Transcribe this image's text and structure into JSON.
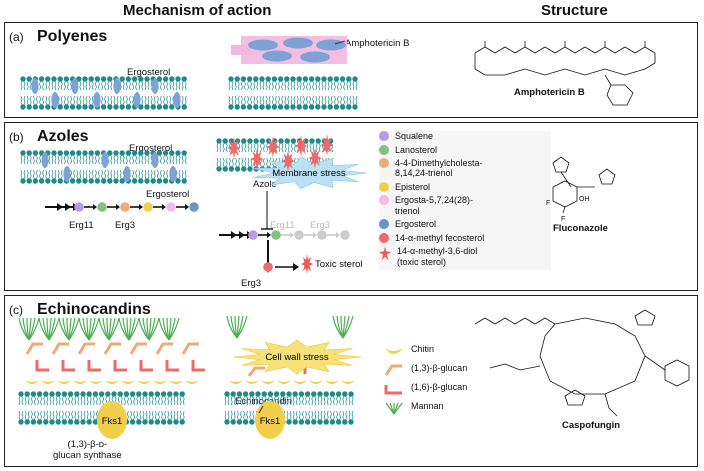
{
  "headers": {
    "mechanism": "Mechanism of action",
    "structure": "Structure"
  },
  "panel_a": {
    "label": "(a)",
    "title": "Polyenes",
    "ergosterol": "Ergosterol",
    "drug": "Amphotericin B",
    "structure_name": "Amphotericin B"
  },
  "panel_b": {
    "label": "(b)",
    "title": "Azoles",
    "ergosterol_top": "Ergosterol",
    "ergosterol_path": "Ergosterol",
    "erg11": "Erg11",
    "erg3": "Erg3",
    "erg11_faded": "Erg11",
    "erg3_faded": "Erg3",
    "erg3_bottom": "Erg3",
    "azole": "Azole",
    "membrane_stress": "Membrane stress",
    "toxic_sterol": "Toxic sterol",
    "structure_name": "Fluconazole",
    "legend": [
      {
        "label": "Squalene",
        "color": "#b79be6"
      },
      {
        "label": "Lanosterol",
        "color": "#7fc47a"
      },
      {
        "label": "4-4-Dimethylcholesta-\n8,14,24-trienol",
        "color": "#f2a877"
      },
      {
        "label": "Episterol",
        "color": "#f2cf4a"
      },
      {
        "label": "Ergosta-5,7,24(28)-\ntrienol",
        "color": "#f6b9e6"
      },
      {
        "label": "Ergosterol",
        "color": "#6e93c8"
      },
      {
        "label": "14-α-methyl fecosterol",
        "color": "#ee6a6a"
      },
      {
        "label": "14-α-methyl-3,6-diol\n(toxic sterol)",
        "color": "#ee5a5a"
      }
    ]
  },
  "panel_c": {
    "label": "(c)",
    "title": "Echinocandins",
    "fks1_left": "Fks1",
    "fks1_right": "Fks1",
    "synthase": "(1,3)-β-ᴅ-\nglucan synthase",
    "echinocandin": "Echinocandin",
    "cell_wall_stress": "Cell wall stress",
    "structure_name": "Caspofungin",
    "legend": [
      {
        "label": "Chitin",
        "color": "#f2cf4a"
      },
      {
        "label": "(1,3)-β-glucan",
        "color": "#f2a877"
      },
      {
        "label": "(1,6)-β-glucan",
        "color": "#ee6a6a"
      },
      {
        "label": "Mannan",
        "color": "#4caf50"
      }
    ]
  }
}
